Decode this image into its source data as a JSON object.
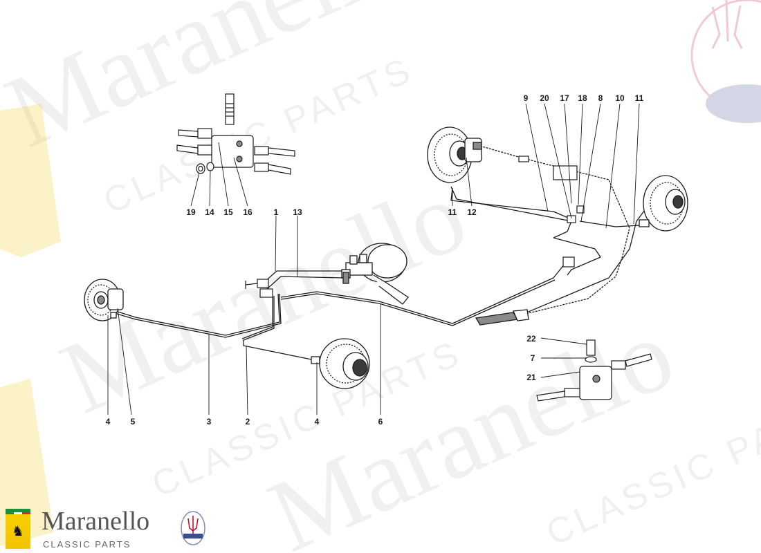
{
  "callouts": {
    "c1": "1",
    "c2": "2",
    "c3": "3",
    "c4a": "4",
    "c4b": "4",
    "c5": "5",
    "c6": "6",
    "c7": "7",
    "c8": "8",
    "c9": "9",
    "c10": "10",
    "c11a": "11",
    "c11b": "11",
    "c12": "12",
    "c13": "13",
    "c14": "14",
    "c15": "15",
    "c16": "16",
    "c17": "17",
    "c18": "18",
    "c19": "19",
    "c20": "20",
    "c21": "21",
    "c22": "22"
  },
  "watermark": {
    "line1": "Maranello",
    "line2": "CLASSIC PARTS",
    "brand_color": "#9a9a9a"
  },
  "logo": {
    "title": "Maranello",
    "subtitle": "CLASSIC PARTS",
    "badge_icon": "prancing-horse-icon",
    "trident_icon": "trident-icon"
  },
  "colors": {
    "line": "#1a1a1a",
    "part_fill": "#ffffff",
    "shade": "#8a8a8a",
    "ferrari_yellow": "#f2c400",
    "maserati_red": "#c8102e"
  }
}
